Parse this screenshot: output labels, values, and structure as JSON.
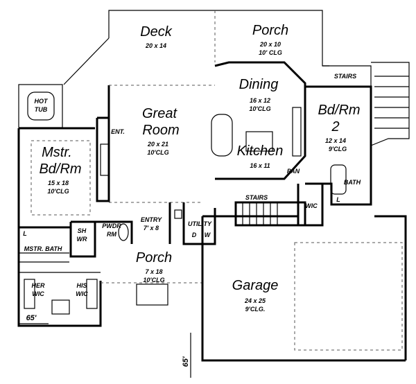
{
  "rooms": {
    "deck": {
      "name": "Deck",
      "size": "20 x 14"
    },
    "porch_rear": {
      "name": "Porch",
      "size": "20 x 10",
      "ceiling": "10' CLG"
    },
    "hot_tub": {
      "line1": "HOT",
      "line2": "TUB"
    },
    "great_room": {
      "line1": "Great",
      "line2": "Room",
      "size": "20 x 21",
      "ceiling": "10'CLG"
    },
    "ent": {
      "name": "ENT."
    },
    "dining": {
      "name": "Dining",
      "size": "16 x 12",
      "ceiling": "10'CLG"
    },
    "kitchen": {
      "name": "Kitchen",
      "size": "16 x 11"
    },
    "pantry": {
      "name": "PAN"
    },
    "bedroom2": {
      "line1": "Bd/Rm",
      "line2": "2",
      "size": "12 x 14",
      "ceiling": "9'CLG"
    },
    "bath": {
      "name": "BATH"
    },
    "laundry_bath": {
      "name": "L"
    },
    "stairs_upper": {
      "name": "STAIRS"
    },
    "stairs_lower": {
      "name": "STAIRS"
    },
    "wic": {
      "name": "WIC"
    },
    "master": {
      "line1": "Mstr.",
      "line2": "Bd/Rm",
      "size": "15 x 18",
      "ceiling": "10'CLG"
    },
    "master_bath": {
      "name": "MSTR. BATH",
      "linen": "L"
    },
    "shower": {
      "line1": "SH",
      "line2": "WR"
    },
    "powder": {
      "line1": "PWDR",
      "line2": "RM"
    },
    "entry": {
      "name": "ENTRY",
      "size": "7' x 8"
    },
    "utility": {
      "name": "UTILITY",
      "dryer": "D",
      "washer": "W"
    },
    "her_wic": {
      "line1": "HER",
      "line2": "WIC"
    },
    "his_wic": {
      "line1": "HIS",
      "line2": "WIC"
    },
    "porch_front": {
      "name": "Porch",
      "size": "7 x 18",
      "ceiling": "10'CLG"
    },
    "garage": {
      "name": "Garage",
      "size": "24 x 25",
      "ceiling": "9'CLG."
    }
  },
  "dimensions": {
    "width": "65'",
    "depth": "65'"
  }
}
